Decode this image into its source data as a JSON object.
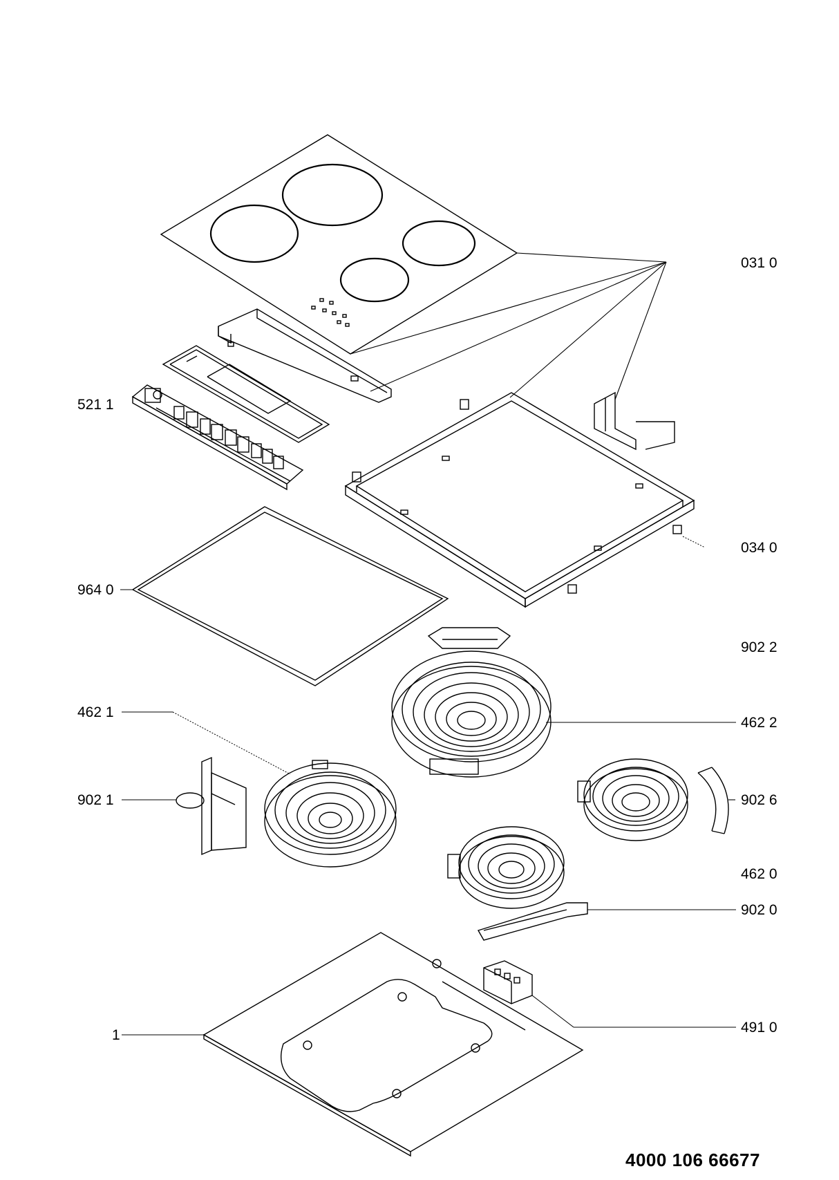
{
  "labels": {
    "cooktop_glass": "031 0",
    "control_board": "521 1",
    "frame": "034 0",
    "gasket": "964 0",
    "bracket_top": "902 2",
    "heater_left": "462 1",
    "heater_large": "462 2",
    "bracket_left": "902 1",
    "bracket_right": "902 6",
    "heater_small": "462 0",
    "bracket_bottom": "902 0",
    "terminal_block": "491 0",
    "base_pan": "1"
  },
  "document_number": "4000 106 66677"
}
